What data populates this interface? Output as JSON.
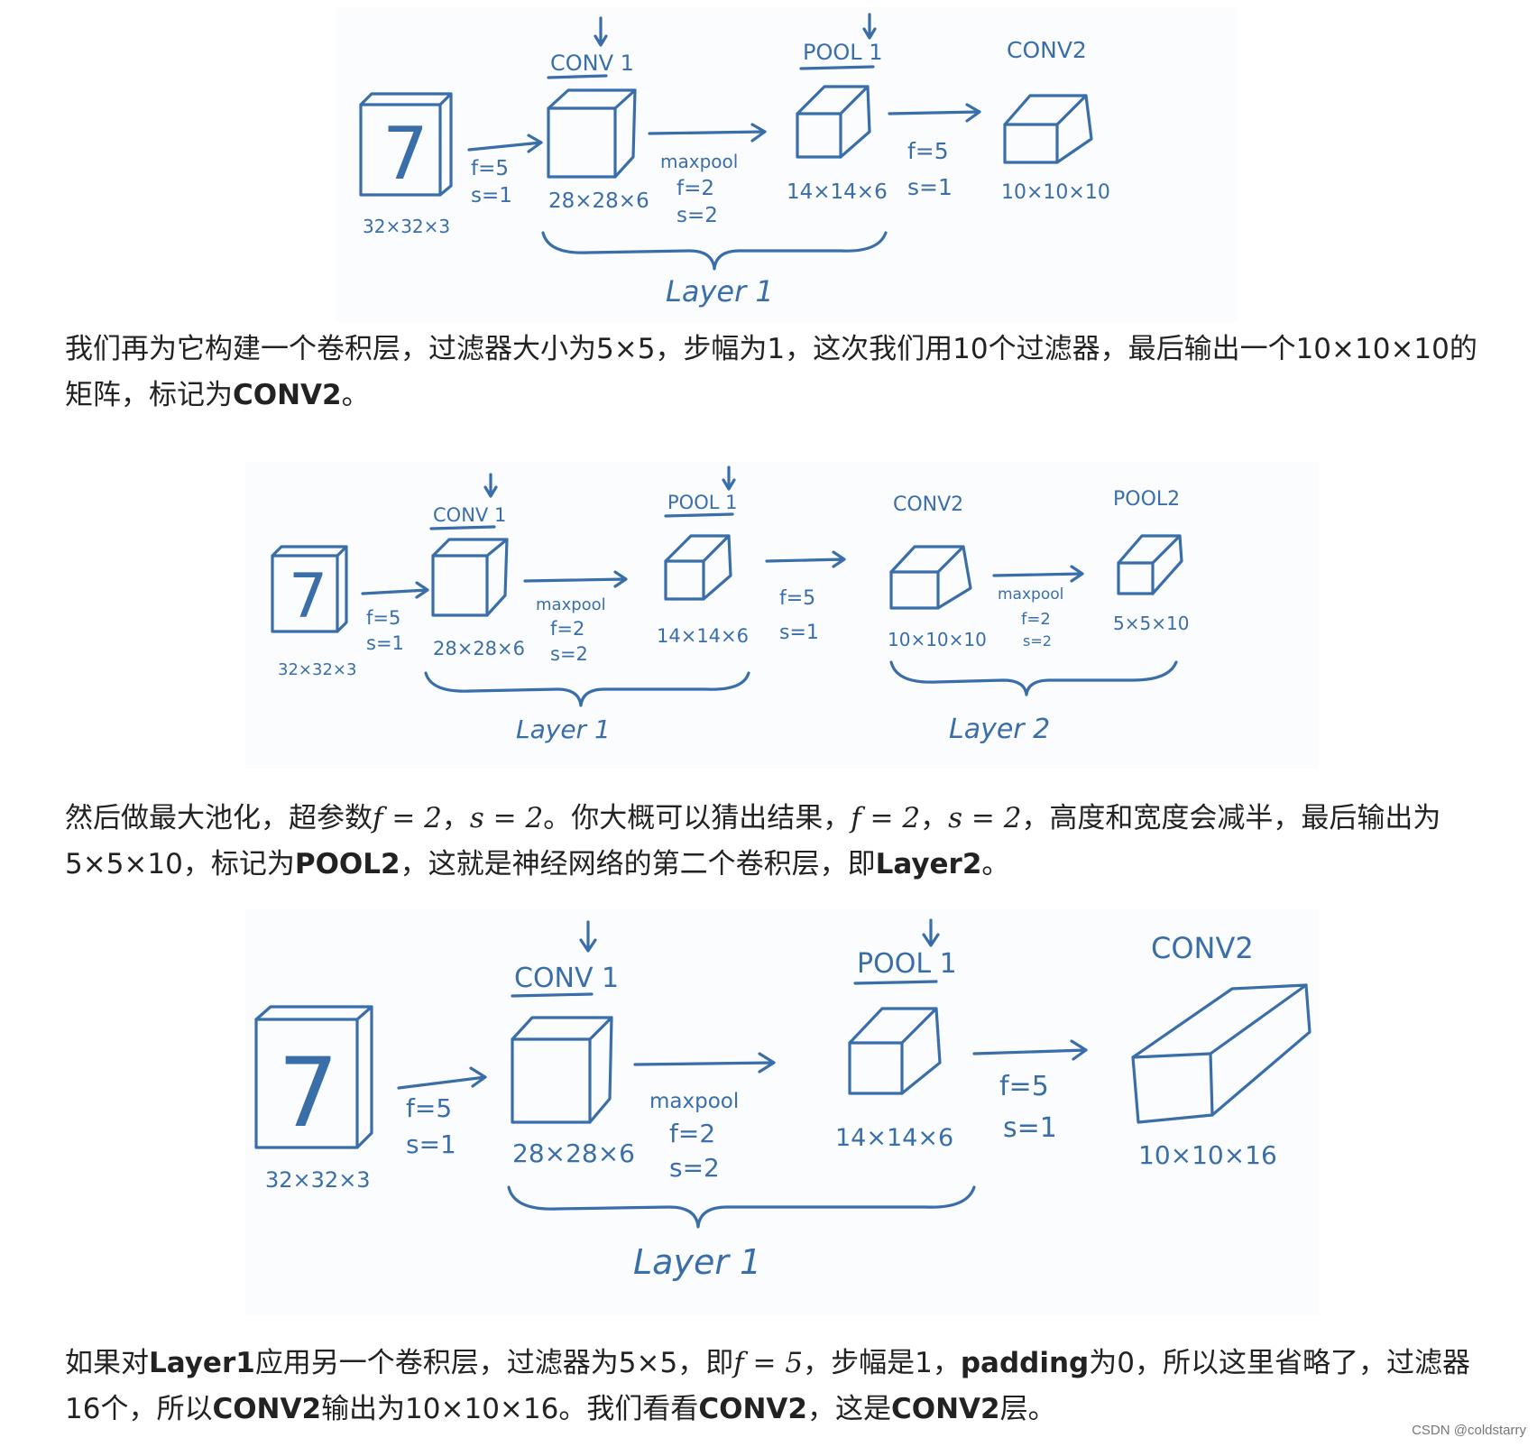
{
  "figure1": {
    "conv1_label": "CONV 1",
    "pool1_label": "POOL 1",
    "conv2_label": "CONV2",
    "input_digit": "7",
    "input_dims": "32×32×3",
    "conv_params": [
      "f=5",
      "s=1"
    ],
    "conv1_dims": "28×28×6",
    "maxpool_params": [
      "maxpool",
      "f=2",
      "s=2"
    ],
    "pool1_dims": "14×14×6",
    "conv2_params": [
      "f=5",
      "s=1"
    ],
    "conv2_dims": "10×10×10",
    "layer_label": "Layer 1"
  },
  "para1": {
    "text": "我们再为它构建一个卷积层，过滤器大小为5×5，步幅为1，这次我们用10个过滤器，最后输出一个10×10×10的矩阵，标记为",
    "bold": "CONV2",
    "end": "。"
  },
  "figure2": {
    "conv1_label": "CONV 1",
    "pool1_label": "POOL 1",
    "conv2_label": "CONV2",
    "pool2_label": "POOL2",
    "input_digit": "7",
    "input_dims": "32×32×3",
    "conv_params": [
      "f=5",
      "s=1"
    ],
    "conv1_dims": "28×28×6",
    "maxpool_params": [
      "maxpool",
      "f=2",
      "s=2"
    ],
    "pool1_dims": "14×14×6",
    "conv2_params": [
      "f=5",
      "s=1"
    ],
    "conv2_dims": "10×10×10",
    "maxpool2_params": [
      "maxpool",
      "f=2",
      "s=2"
    ],
    "pool2_dims": "5×5×10",
    "layer1_label": "Layer 1",
    "layer2_label": "Layer 2"
  },
  "para2": {
    "t1": "然后做最大池化，超参数",
    "m1": "f = 2",
    "t2": "，",
    "m2": "s = 2",
    "t3": "。你大概可以猜出结果，",
    "m3": "f = 2",
    "t4": "，",
    "m4": "s = 2",
    "t5": "，高度和宽度会减半，最后输出为5×5×10，标记为",
    "b1": "POOL2",
    "t6": "，这就是神经网络的第二个卷积层，即",
    "b2": "Layer2",
    "t7": "。"
  },
  "figure3": {
    "conv1_label": "CONV 1",
    "pool1_label": "POOL 1",
    "conv2_label": "CONV2",
    "input_digit": "7",
    "input_dims": "32×32×3",
    "conv_params": [
      "f=5",
      "s=1"
    ],
    "conv1_dims": "28×28×6",
    "maxpool_params": [
      "maxpool",
      "f=2",
      "s=2"
    ],
    "pool1_dims": "14×14×6",
    "conv2_params": [
      "f=5",
      "s=1"
    ],
    "conv2_dims": "10×10×16",
    "layer_label": "Layer 1"
  },
  "para3": {
    "t1": "如果对",
    "b1": "Layer1",
    "t2": "应用另一个卷积层，过滤器为5×5，即",
    "m1": "f = 5",
    "t3": "，步幅是1，",
    "b2": "padding",
    "t4": "为0，所以这里省略了，过滤器16个，所以",
    "b3": "CONV2",
    "t5": "输出为10×10×16。我们看看",
    "b4": "CONV2",
    "t6": "，这是",
    "b5": "CONV2",
    "t7": "层。"
  },
  "watermark": "CSDN @coldstarry",
  "colors": {
    "ink": "#3a6ea8",
    "text": "#222222"
  }
}
